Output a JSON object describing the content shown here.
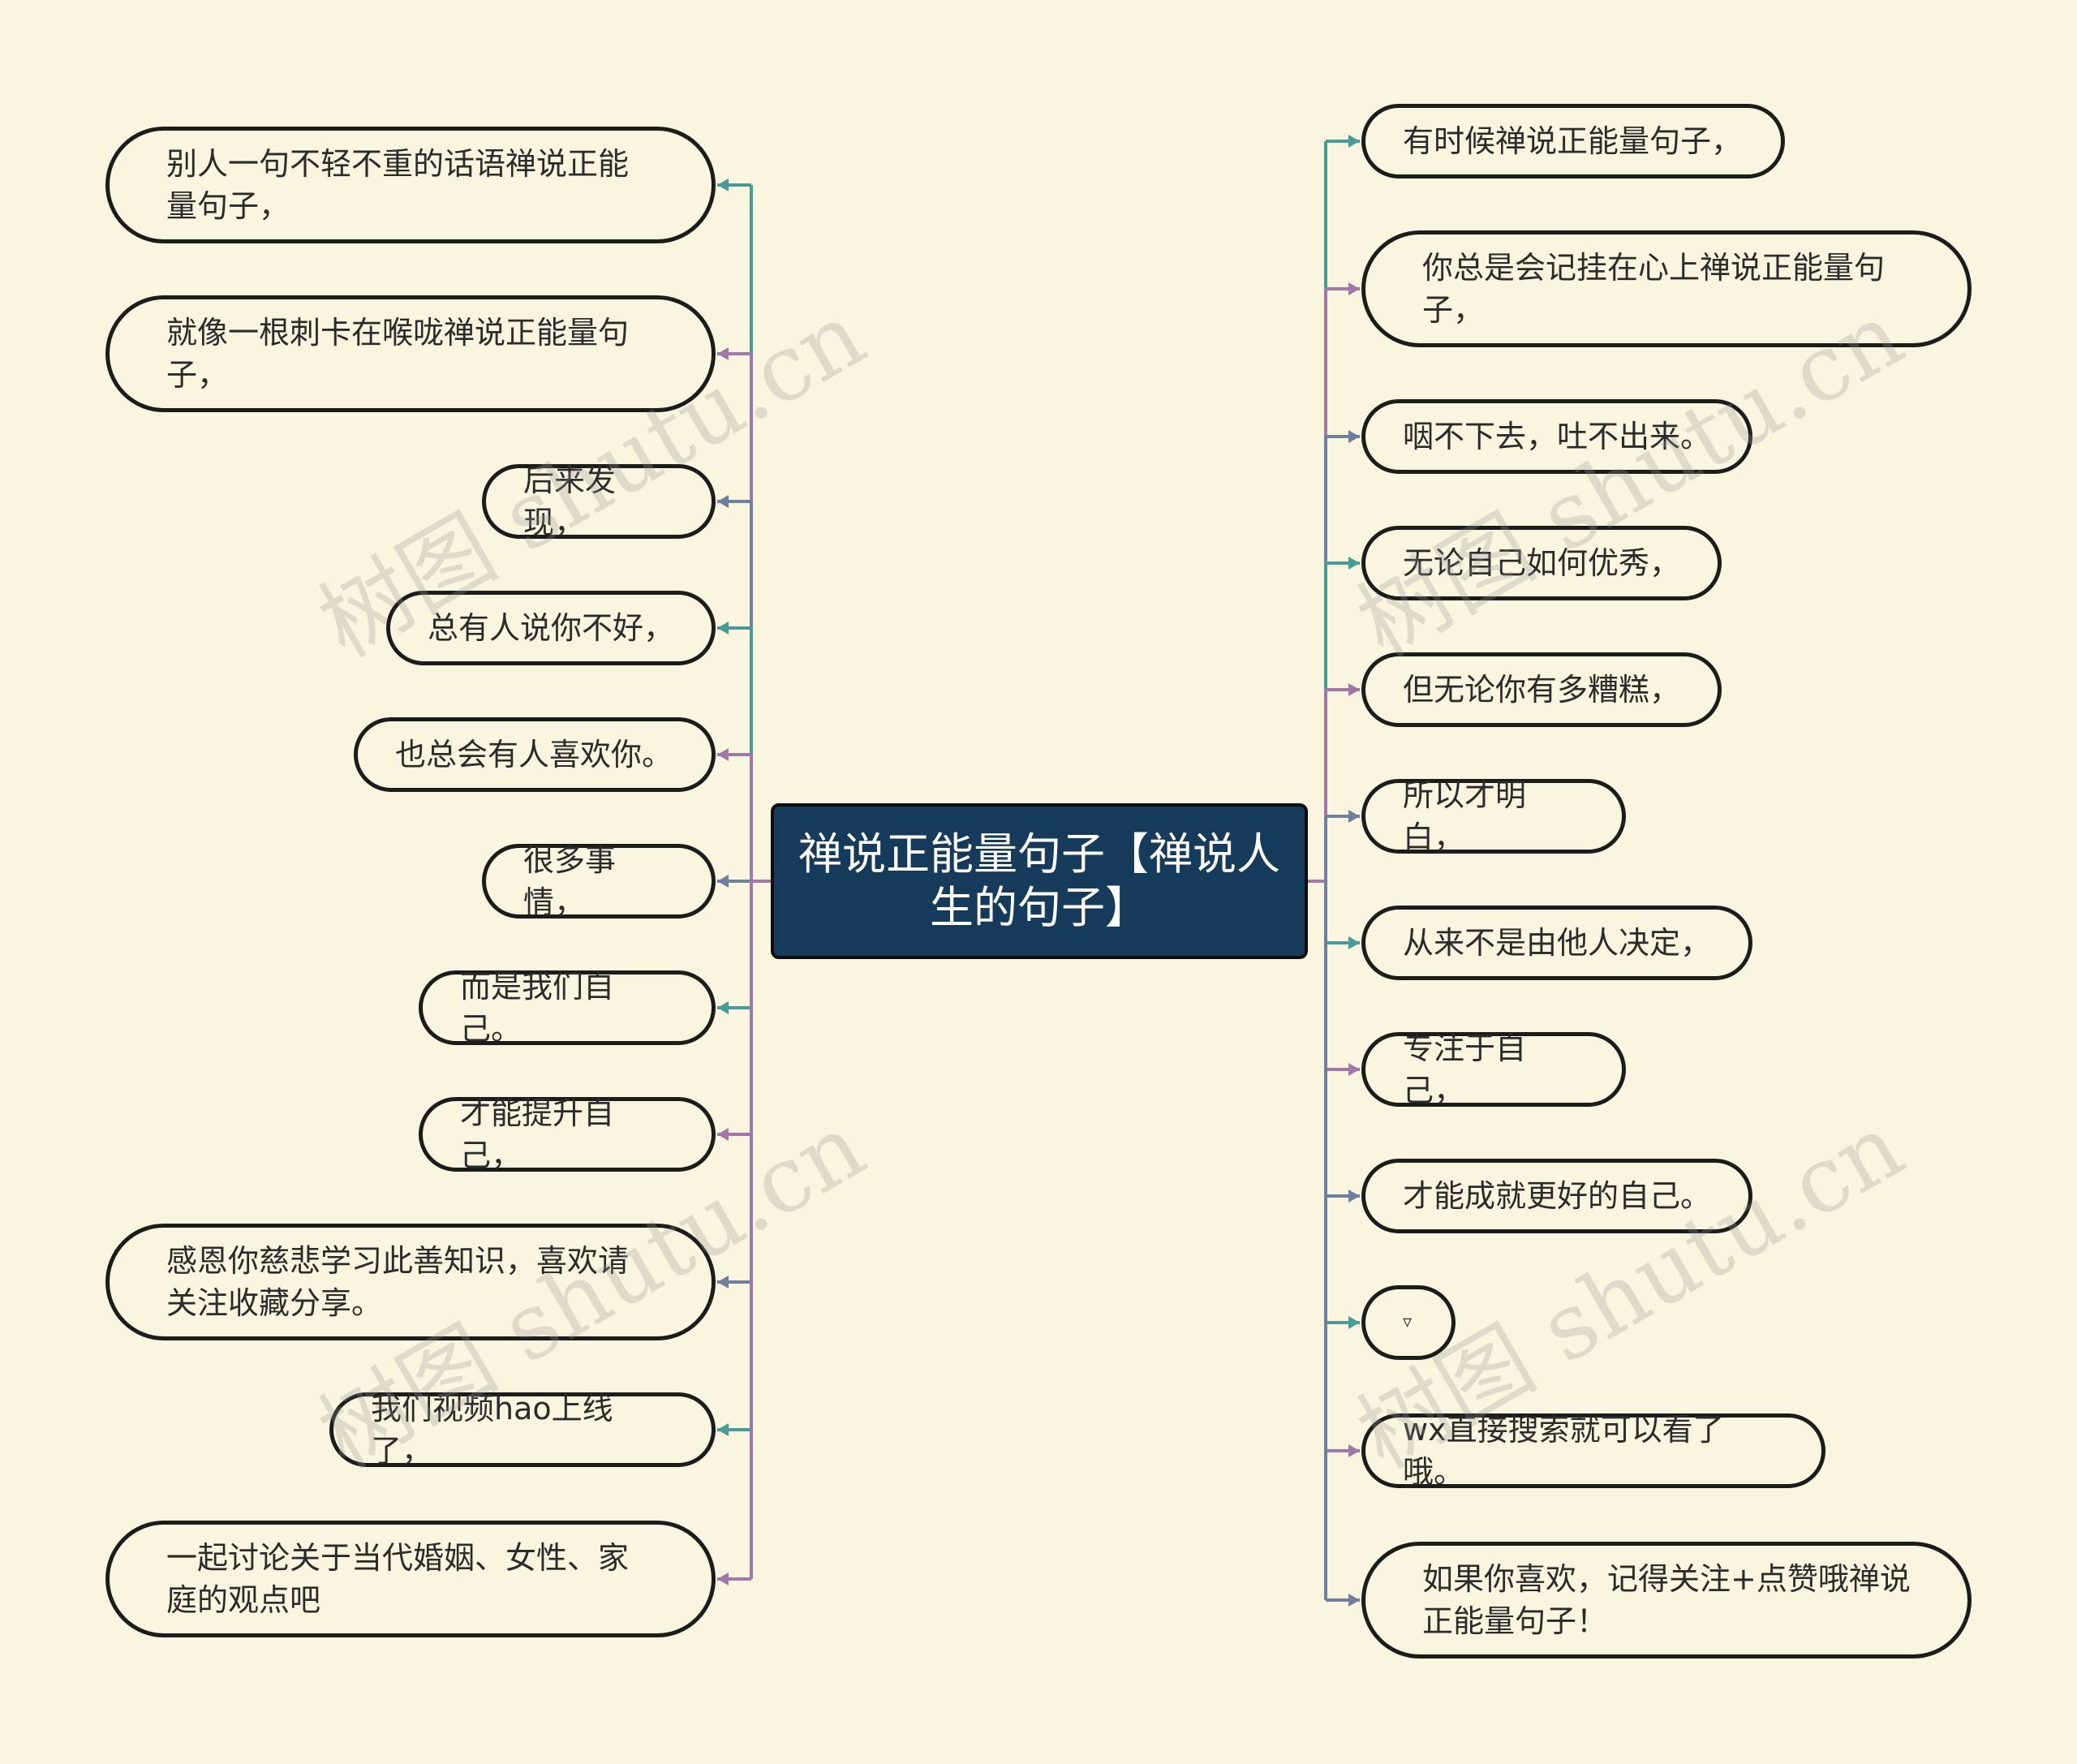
{
  "root": {
    "label": "禅说正能量句子【禅说人生的句子】"
  },
  "left_nodes": [
    "别人一句不轻不重的话语禅说正能量句子，",
    "就像一根刺卡在喉咙禅说正能量句子，",
    "后来发现，",
    "总有人说你不好，",
    "也总会有人喜欢你。",
    "很多事情，",
    "而是我们自己。",
    "才能提升自己，",
    "感恩你慈悲学习此善知识，喜欢请关注收藏分享。",
    "我们视频hao上线了，",
    "一起讨论关于当代婚姻、女性、家庭的观点吧"
  ],
  "right_nodes": [
    "有时候禅说正能量句子，",
    "你总是会记挂在心上禅说正能量句子，",
    "咽不下去，吐不出来。",
    "无论自己如何优秀，",
    "但无论你有多糟糕，",
    "所以才明白，",
    "从来不是由他人决定，",
    "专注于自己，",
    "才能成就更好的自己。",
    "▿",
    "wx直接搜索就可以看了哦。",
    "如果你喜欢，记得关注+点赞哦禅说正能量句子！"
  ],
  "watermark": "树图 shutu.cn",
  "colors": {
    "background": "#faf5df",
    "root_fill": "#163a5a",
    "node_border": "#1c1c1c",
    "link_teal": "#4a9a9a",
    "link_purple": "#a077a8",
    "link_slate": "#6e7fa0"
  }
}
